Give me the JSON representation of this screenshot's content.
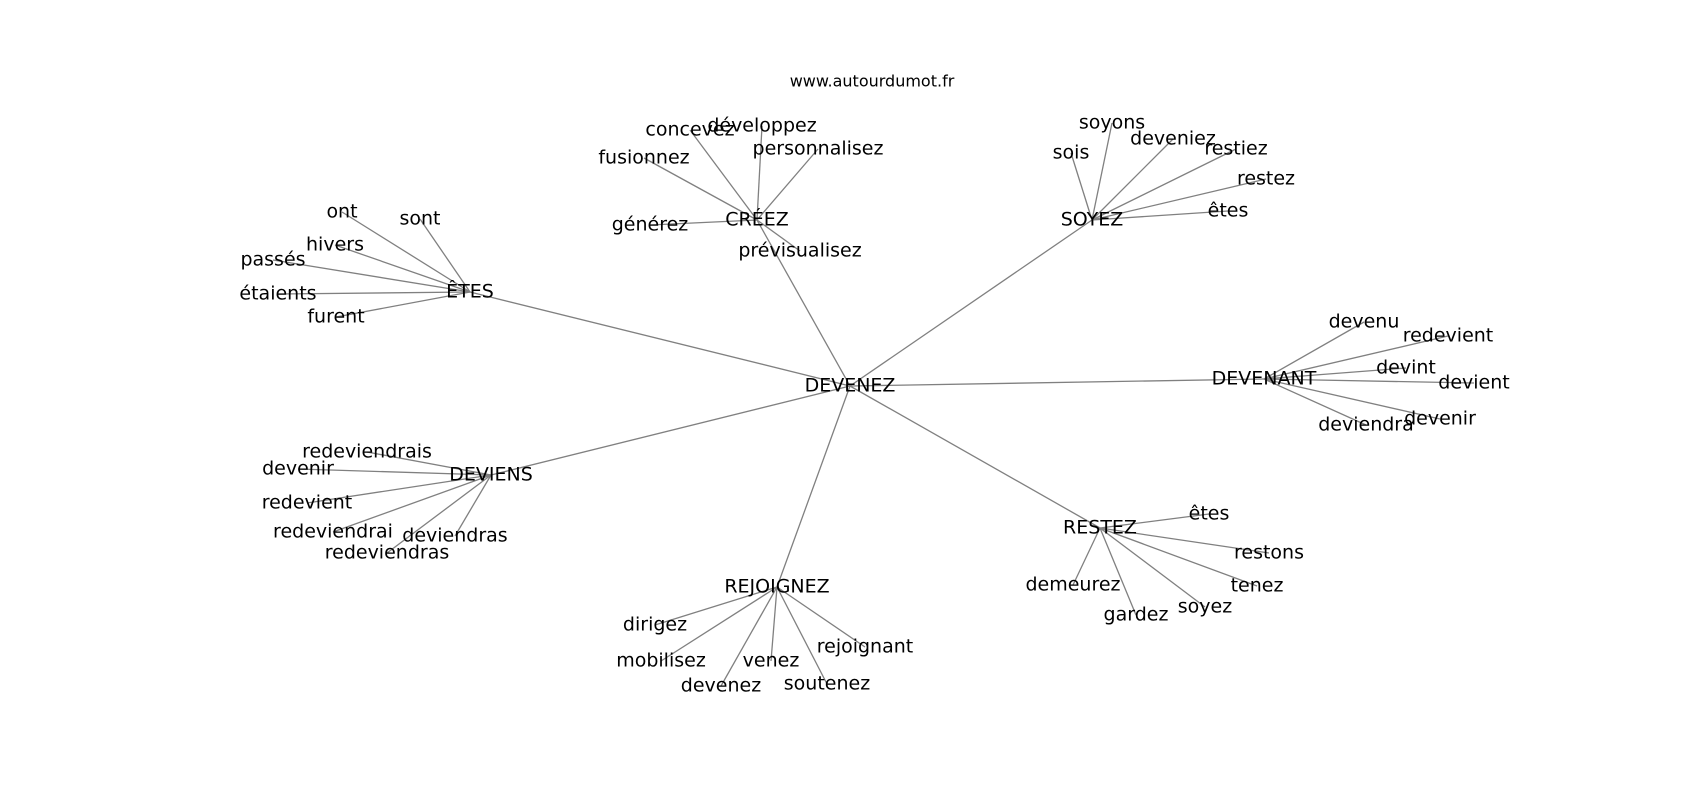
{
  "source": "www.autourdumot.fr",
  "root": "DEVENEZ",
  "groups": [
    {
      "hub": "ÊTES",
      "leaves": [
        "ont",
        "sont",
        "hivers",
        "passés",
        "étaients",
        "furent"
      ]
    },
    {
      "hub": "CRÉEZ",
      "leaves": [
        "concevez",
        "développez",
        "personnalisez",
        "fusionnez",
        "générez",
        "prévisualisez"
      ]
    },
    {
      "hub": "SOYEZ",
      "leaves": [
        "soyons",
        "sois",
        "deveniez",
        "restiez",
        "restez",
        "êtes"
      ]
    },
    {
      "hub": "DEVENANT",
      "leaves": [
        "devenu",
        "redevient",
        "devint",
        "devient",
        "devenir",
        "deviendra"
      ]
    },
    {
      "hub": "RESTEZ",
      "leaves": [
        "êtes",
        "restons",
        "tenez",
        "soyez",
        "gardez",
        "demeurez"
      ]
    },
    {
      "hub": "REJOIGNEZ",
      "leaves": [
        "dirigez",
        "mobilisez",
        "venez",
        "rejoignant",
        "soutenez",
        "devenez"
      ]
    },
    {
      "hub": "DEVIENS",
      "leaves": [
        "redeviendrais",
        "devenir",
        "redevient",
        "redeviendrai",
        "deviendras",
        "redeviendras"
      ]
    }
  ],
  "colors": {
    "edge": "#808080",
    "text": "#000000",
    "background": "#ffffff"
  }
}
